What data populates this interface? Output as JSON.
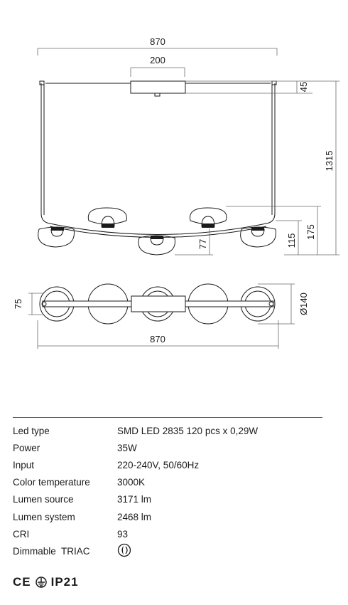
{
  "drawing": {
    "dims": {
      "width_top": "870",
      "box_width": "200",
      "box_height": "45",
      "total_height": "1315",
      "lower_175": "175",
      "lower_115": "115",
      "lower_77": "77",
      "plan_depth": "75",
      "plan_diameter": "Ø140",
      "plan_width": "870"
    }
  },
  "specs": [
    {
      "label": "Led type",
      "value": "SMD LED 2835 120 pcs x 0,29W"
    },
    {
      "label": "Power",
      "value": "35W"
    },
    {
      "label": "Input",
      "value": "220-240V, 50/60Hz"
    },
    {
      "label": "Color temperature",
      "value": "3000K"
    },
    {
      "label": "Lumen source",
      "value": "3171 lm"
    },
    {
      "label": "Lumen system",
      "value": "2468 lm"
    },
    {
      "label": "CRI",
      "value": "93"
    },
    {
      "label": "Dimmable  TRIAC",
      "value": "",
      "icon": "dimmable-icon"
    }
  ],
  "certifications": {
    "ce": "CE",
    "ip": "IP21",
    "icons": [
      "ce-mark-icon",
      "earth-ground-icon"
    ]
  }
}
